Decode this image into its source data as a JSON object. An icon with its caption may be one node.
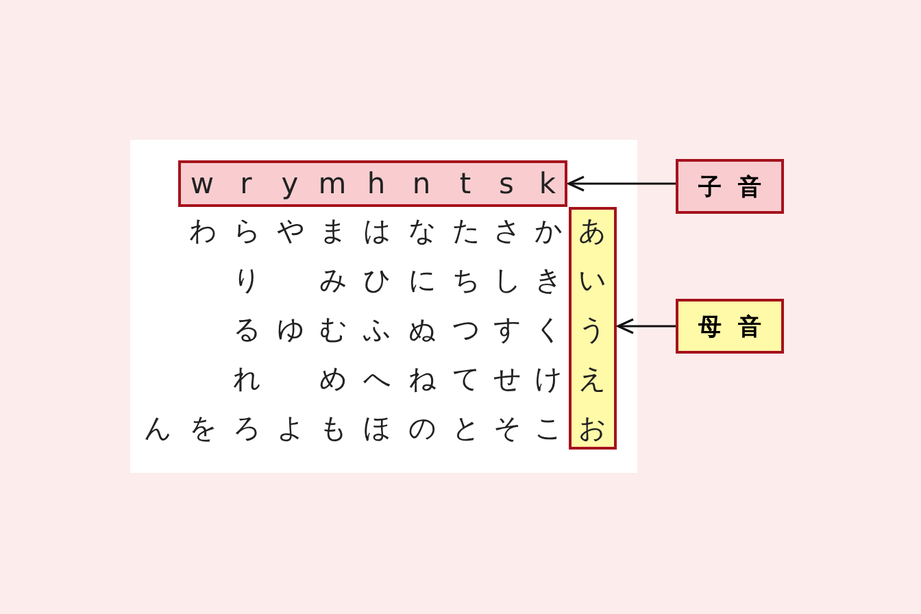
{
  "diagram": {
    "nodes": [
      {
        "text": [
          "w",
          "r",
          "y",
          "m",
          "h",
          "n",
          "t",
          "s",
          "k"
        ]
      },
      {
        "text": [
          "あ",
          "い",
          "う",
          "え",
          "お"
        ]
      },
      {
        "text": [
          "子音"
        ]
      },
      {
        "text": [
          "母音"
        ]
      }
    ],
    "edges": [
      {
        "from": 2,
        "to": 0,
        "arrow": "to"
      },
      {
        "from": 3,
        "to": 1,
        "arrow": "to"
      }
    ],
    "labels": [
      "わ",
      "ら",
      "や",
      "ま",
      "は",
      "な",
      "た",
      "さ",
      "か",
      "り",
      "み",
      "ひ",
      "に",
      "ち",
      "し",
      "き",
      "る",
      "ゆ",
      "む",
      "ふ",
      "ぬ",
      "つ",
      "す",
      "く",
      "れ",
      "め",
      "へ",
      "ね",
      "て",
      "せ",
      "け",
      "ん",
      "を",
      "ろ",
      "よ",
      "も",
      "ほ",
      "の",
      "と",
      "そ",
      "こ"
    ]
  }
}
